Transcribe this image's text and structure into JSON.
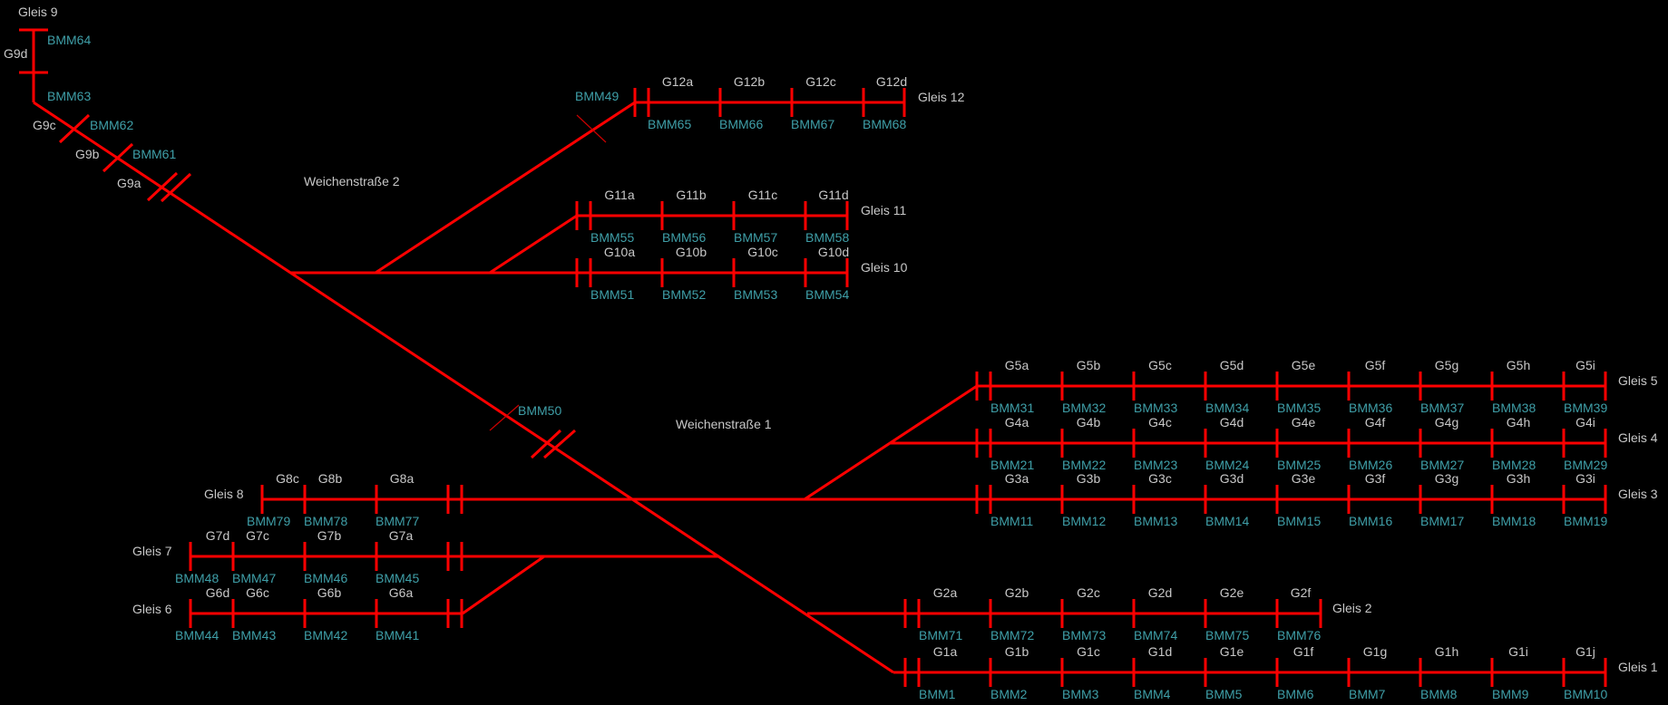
{
  "tracks": {
    "gleis_1": "Gleis 1",
    "gleis_2": "Gleis 2",
    "gleis_3": "Gleis 3",
    "gleis_4": "Gleis 4",
    "gleis_5": "Gleis 5",
    "gleis_6": "Gleis 6",
    "gleis_7": "Gleis 7",
    "gleis_8": "Gleis 8",
    "gleis_9": "Gleis 9",
    "gleis_10": "Gleis 10",
    "gleis_11": "Gleis 11",
    "gleis_12": "Gleis 12"
  },
  "routes": {
    "route_1": "Weichenstraße 1",
    "route_2": "Weichenstraße 2"
  },
  "sections": {
    "g1": [
      "G1a",
      "G1b",
      "G1c",
      "G1d",
      "G1e",
      "G1f",
      "G1g",
      "G1h",
      "G1i",
      "G1j"
    ],
    "g2": [
      "G2a",
      "G2b",
      "G2c",
      "G2d",
      "G2e",
      "G2f"
    ],
    "g3": [
      "G3a",
      "G3b",
      "G3c",
      "G3d",
      "G3e",
      "G3f",
      "G3g",
      "G3h",
      "G3i"
    ],
    "g4": [
      "G4a",
      "G4b",
      "G4c",
      "G4d",
      "G4e",
      "G4f",
      "G4g",
      "G4h",
      "G4i"
    ],
    "g5": [
      "G5a",
      "G5b",
      "G5c",
      "G5d",
      "G5e",
      "G5f",
      "G5g",
      "G5h",
      "G5i"
    ],
    "g6": [
      "G6d",
      "G6c",
      "G6b",
      "G6a"
    ],
    "g7": [
      "G7d",
      "G7c",
      "G7b",
      "G7a"
    ],
    "g8": [
      "G8c",
      "G8b",
      "G8a"
    ],
    "g9": [
      "G9d",
      "G9c",
      "G9b",
      "G9a"
    ],
    "g10": [
      "G10a",
      "G10b",
      "G10c",
      "G10d"
    ],
    "g11": [
      "G11a",
      "G11b",
      "G11c",
      "G11d"
    ],
    "g12": [
      "G12a",
      "G12b",
      "G12c",
      "G12d"
    ]
  },
  "sensors": {
    "b1": [
      "BMM1",
      "BMM2",
      "BMM3",
      "BMM4",
      "BMM5",
      "BMM6",
      "BMM7",
      "BMM8",
      "BMM9",
      "BMM10"
    ],
    "b2": [
      "BMM71",
      "BMM72",
      "BMM73",
      "BMM74",
      "BMM75",
      "BMM76"
    ],
    "b3": [
      "BMM11",
      "BMM12",
      "BMM13",
      "BMM14",
      "BMM15",
      "BMM16",
      "BMM17",
      "BMM18",
      "BMM19"
    ],
    "b4": [
      "BMM21",
      "BMM22",
      "BMM23",
      "BMM24",
      "BMM25",
      "BMM26",
      "BMM27",
      "BMM28",
      "BMM29"
    ],
    "b5": [
      "BMM31",
      "BMM32",
      "BMM33",
      "BMM34",
      "BMM35",
      "BMM36",
      "BMM37",
      "BMM38",
      "BMM39"
    ],
    "b6": [
      "BMM44",
      "BMM43",
      "BMM42",
      "BMM41"
    ],
    "b7": [
      "BMM48",
      "BMM47",
      "BMM46",
      "BMM45"
    ],
    "b8": [
      "BMM79",
      "BMM78",
      "BMM77"
    ],
    "b9": [
      "BMM64",
      "BMM63",
      "BMM62",
      "BMM61"
    ],
    "b10": [
      "BMM51",
      "BMM52",
      "BMM53",
      "BMM54"
    ],
    "b11": [
      "BMM55",
      "BMM56",
      "BMM57",
      "BMM58"
    ],
    "b12": [
      "BMM65",
      "BMM66",
      "BMM67",
      "BMM68"
    ],
    "b49": "BMM49",
    "b50": "BMM50"
  },
  "colors": {
    "track": "#ff0000",
    "label": "#c8c8c8",
    "sensor": "#3f9fa8",
    "background": "#000000"
  }
}
